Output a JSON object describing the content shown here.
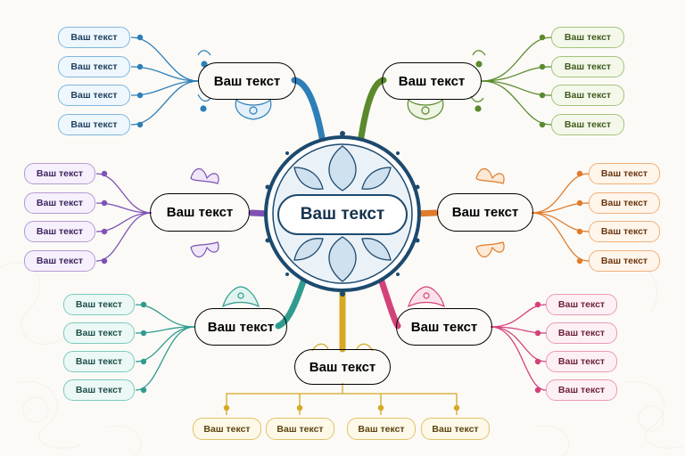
{
  "center": {
    "label": "Ваш текст",
    "color": "#1d4a6e"
  },
  "branches": [
    {
      "id": "blue",
      "color": "#2d7fb8",
      "label": "Ваш текст",
      "items": [
        "Ваш текст",
        "Ваш текст",
        "Ваш текст",
        "Ваш текст"
      ]
    },
    {
      "id": "green",
      "color": "#5b8a2c",
      "label": "Ваш текст",
      "items": [
        "Ваш текст",
        "Ваш текст",
        "Ваш текст",
        "Ваш текст"
      ]
    },
    {
      "id": "purple",
      "color": "#7e52b5",
      "label": "Ваш текст",
      "items": [
        "Ваш текст",
        "Ваш текст",
        "Ваш текст",
        "Ваш текст"
      ]
    },
    {
      "id": "orange",
      "color": "#e07b2a",
      "label": "Ваш текст",
      "items": [
        "Ваш текст",
        "Ваш текст",
        "Ваш текст",
        "Ваш текст"
      ]
    },
    {
      "id": "teal",
      "color": "#2f9c8f",
      "label": "Ваш текст",
      "items": [
        "Ваш текст",
        "Ваш текст",
        "Ваш текст",
        "Ваш текст"
      ]
    },
    {
      "id": "pink",
      "color": "#d4427a",
      "label": "Ваш текст",
      "items": [
        "Ваш текст",
        "Ваш текст",
        "Ваш текст",
        "Ваш текст"
      ]
    },
    {
      "id": "gold",
      "color": "#d6a823",
      "label": "Ваш текст",
      "items": [
        "Ваш текст",
        "Ваш текст",
        "Ваш текст",
        "Ваш текст"
      ]
    }
  ]
}
